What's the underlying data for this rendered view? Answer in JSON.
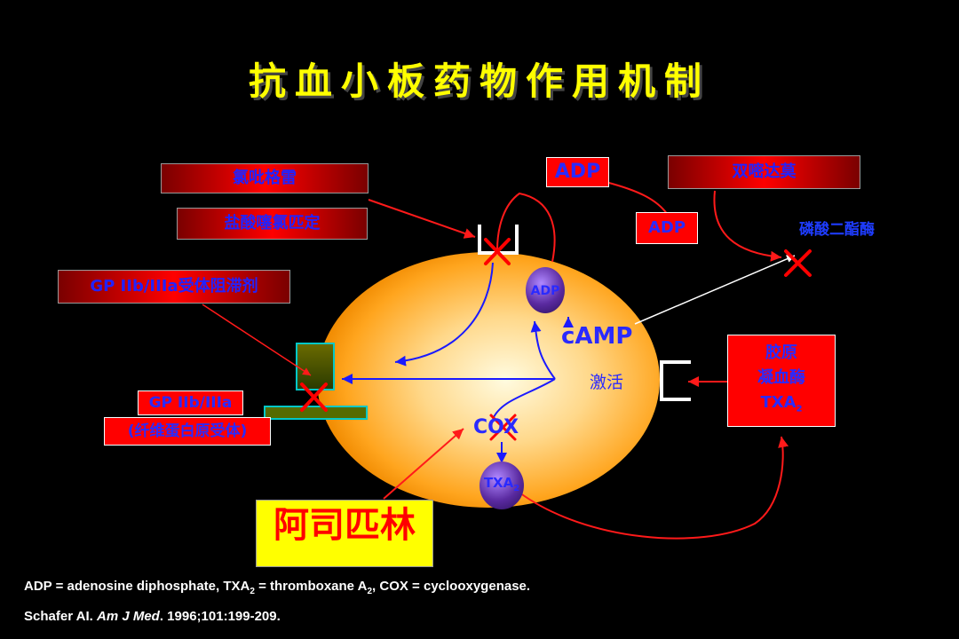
{
  "title": "抗血小板药物作用机制",
  "drugs": {
    "clopidogrel": "氯吡格雷",
    "ticlopidine": "盐酸噻氯匹定",
    "gp_blocker": "GP IIb/IIIa受体阻滞剂",
    "dipyridamole": "双嘧达莫",
    "aspirin": "阿司匹林"
  },
  "labels": {
    "adp_top": "ADP",
    "adp_right": "ADP",
    "adp_ball": "ADP",
    "pde": "磷酸二酯酶",
    "camp": "cAMP",
    "activation": "激活",
    "cox": "COX",
    "txa2_ball": "TXA",
    "txa2_ball_sub": "2",
    "gp_receptor": "GP IIb/IIIa",
    "gp_receptor_desc": "(纤维蛋白原受体)",
    "agonist_1": "胶原",
    "agonist_2": "凝血酶",
    "agonist_3": "TXA",
    "agonist_3_sub": "2"
  },
  "footnote": {
    "line1_a": "ADP = adenosine diphosphate, TXA",
    "line1_sub1": "2",
    "line1_b": " = thromboxane A",
    "line1_sub2": "2",
    "line1_c": ", COX = cyclooxygenase.",
    "citation_author": "Schafer AI. ",
    "citation_journal": "Am J Med",
    "citation_rest": ". 1996;101:199-209."
  },
  "colors": {
    "background": "#000000",
    "title": "#ffff00",
    "cell": "#ffb030",
    "arrow_blue": "#1a1aff",
    "arrow_red": "#ff1a1a",
    "block_x": "#ff0000"
  }
}
